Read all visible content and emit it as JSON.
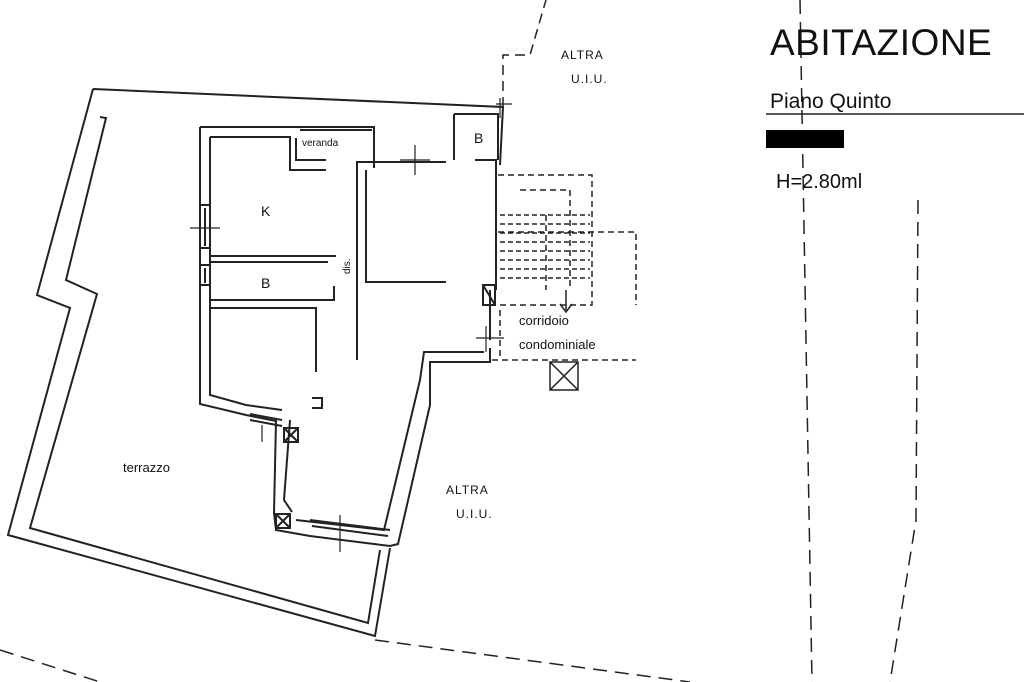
{
  "title_block": {
    "title": "ABITAZIONE",
    "floor": "Piano Quinto",
    "height": "H=2.80ml"
  },
  "rooms": {
    "kitchen": "K",
    "bathroom_1": "B",
    "bathroom_2": "B",
    "veranda": "veranda",
    "disimpegno": "dis.",
    "terrace": "terrazzo",
    "corridor_line1": "corridoio",
    "corridor_line2": "condominiale"
  },
  "neighbors": {
    "top_line1": "ALTRA",
    "top_line2": "U.I.U.",
    "bottom_line1": "ALTRA",
    "bottom_line2": "U.I.U."
  },
  "colors": {
    "ink": "#111111",
    "redaction": "#000000"
  }
}
